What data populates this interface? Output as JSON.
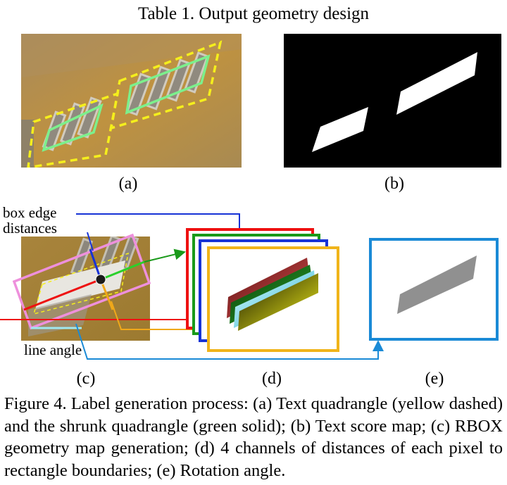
{
  "table_title": "Table 1. Output geometry design",
  "panels": {
    "a": "(a)",
    "b": "(b)",
    "c": "(c)",
    "d": "(d)",
    "e": "(e)"
  },
  "labels": {
    "box_edge_line1": "box edge",
    "box_edge_line2": "distances",
    "line_angle": "line angle"
  },
  "caption": "Figure 4. Label generation process: (a) Text quadrangle (yellow dashed) and the shrunk quadrangle (green solid); (b) Text score map; (c) RBOX geometry map generation; (d) 4 channels of distances of each pixel to rectangle boundaries; (e) Rotation angle.",
  "colors": {
    "yellow_dashed": "#f5ef1c",
    "green_solid": "#7cf08c",
    "pink_box": "#ee90dc",
    "red": "#ee1111",
    "green": "#1a9a1a",
    "blue": "#1733d6",
    "orange": "#f0a81a",
    "cyan_blue": "#1a8ad6",
    "gray_angle": "#909090"
  }
}
